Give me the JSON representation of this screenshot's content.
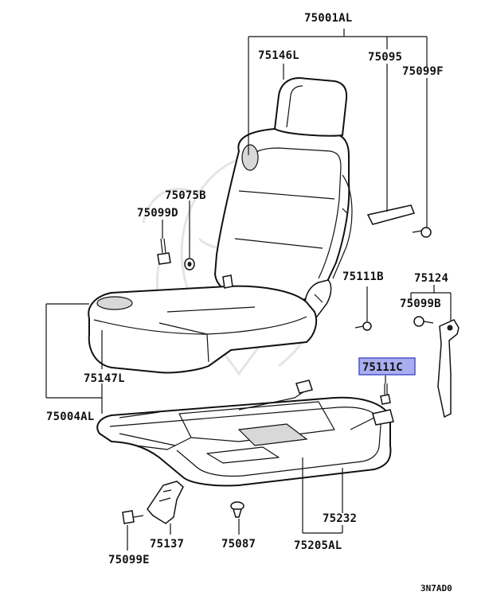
{
  "parts": {
    "p75001AL": "75001AL",
    "p75146L": "75146L",
    "p75095": "75095",
    "p75099F": "75099F",
    "p75075B": "75075B",
    "p75099D": "75099D",
    "p75111B": "75111B",
    "p75124": "75124",
    "p75099B": "75099B",
    "p75111C": "75111C",
    "p75147L": "75147L",
    "p75004AL": "75004AL",
    "p75232": "75232",
    "p75137": "75137",
    "p75087": "75087",
    "p75205AL": "75205AL",
    "p75099E": "75099E"
  },
  "highlighted_part": "75111C",
  "diagram_code": "3N7AD0",
  "colors": {
    "highlight_fill": "#a9aef0",
    "highlight_border": "#4a52c9",
    "line": "#111111"
  }
}
